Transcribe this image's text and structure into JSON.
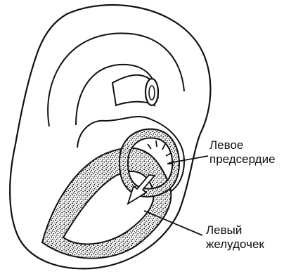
{
  "labels": {
    "left_atrium": [
      "Левое",
      "предсердие"
    ],
    "left_ventricle": [
      "Левый",
      "желудочек"
    ]
  },
  "colors": {
    "stroke": "#111111",
    "fill": "#ffffff",
    "muscle_texture": "#2a2a2a"
  }
}
